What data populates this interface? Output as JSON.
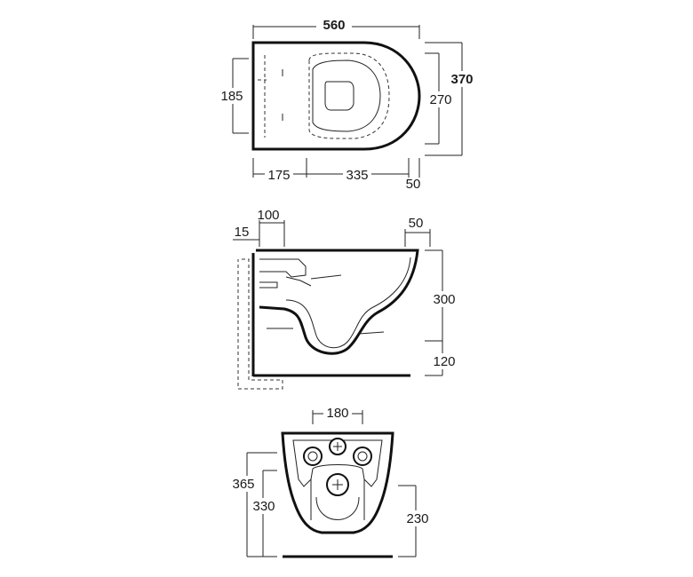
{
  "diagram": {
    "top_view": {
      "width_total": "560",
      "depth_total": "370",
      "inner_width": "270",
      "left_height": "185",
      "seg_left": "175",
      "seg_mid": "335",
      "seg_right": "50"
    },
    "side_view": {
      "top_offset": "100",
      "wall_offset": "15",
      "rim": "50",
      "bowl_height": "300",
      "floor_height": "120"
    },
    "front_view": {
      "bolt_spacing": "180",
      "height_total": "365",
      "height_bowl": "330",
      "height_right": "230"
    }
  }
}
